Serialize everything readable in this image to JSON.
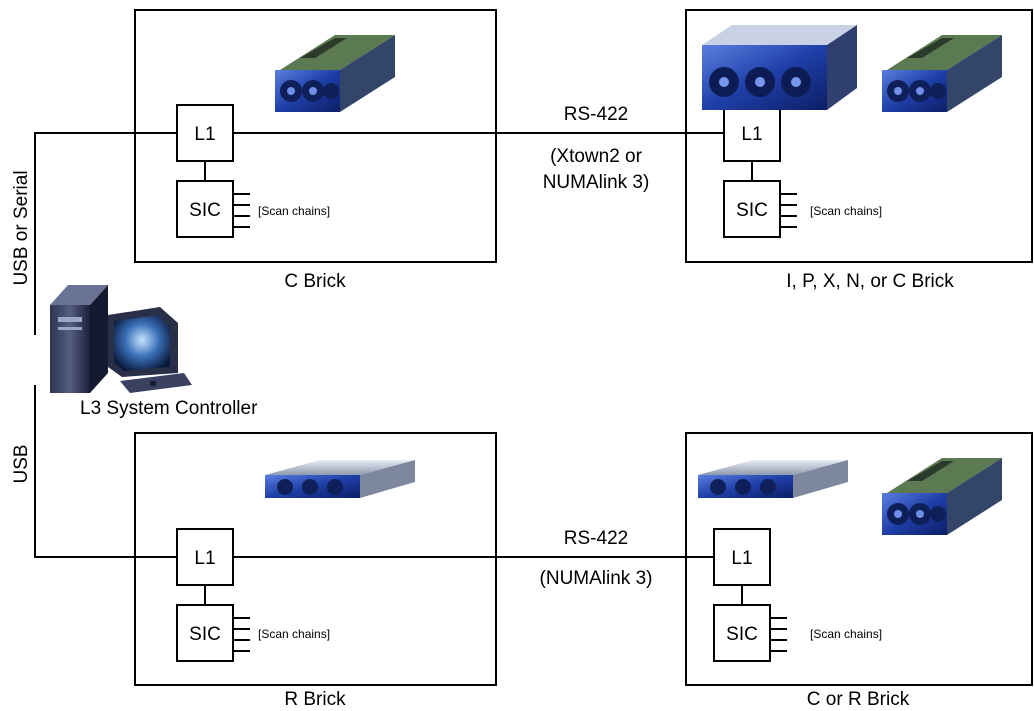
{
  "diagram": {
    "controller": {
      "label": "L3 System Controller"
    },
    "links": {
      "usb_serial_label": "USB or Serial",
      "usb_label": "USB",
      "top_cable": {
        "line1": "RS-422",
        "line2": "(Xtown2 or",
        "line3": "NUMAlink 3)"
      },
      "bottom_cable": {
        "line1": "RS-422",
        "line2": "(NUMAlink 3)"
      }
    },
    "bricks": [
      {
        "caption": "C Brick",
        "l1": "L1",
        "sic": "SIC",
        "scan": "[Scan chains]"
      },
      {
        "caption": "I, P, X, N, or C Brick",
        "l1": "L1",
        "sic": "SIC",
        "scan": "[Scan chains]"
      },
      {
        "caption": "R Brick",
        "l1": "L1",
        "sic": "SIC",
        "scan": "[Scan chains]"
      },
      {
        "caption": "C or R Brick",
        "l1": "L1",
        "sic": "SIC",
        "scan": "[Scan chains]"
      }
    ]
  }
}
